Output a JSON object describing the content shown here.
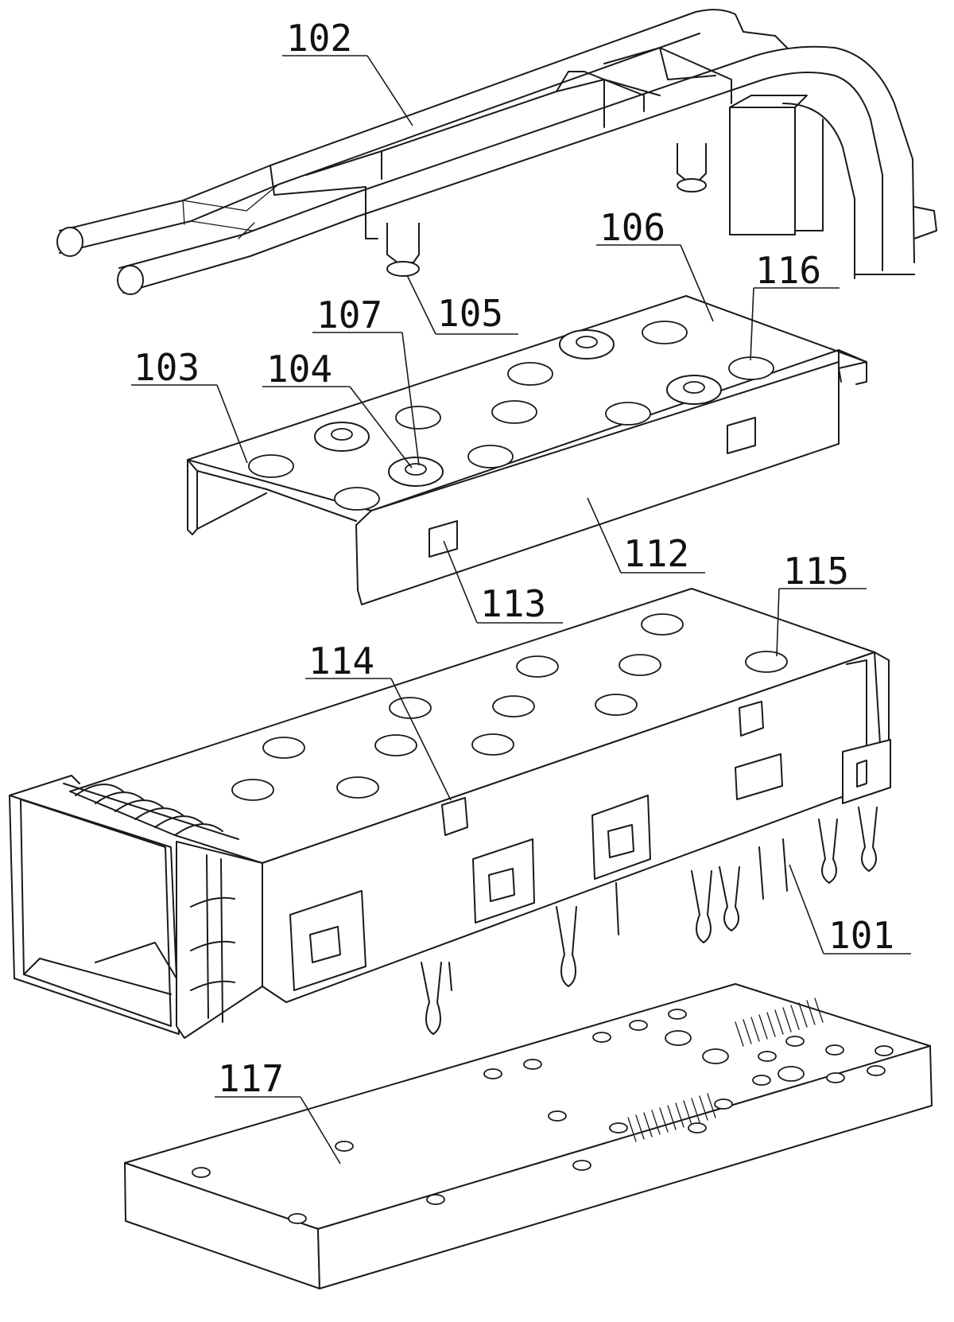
{
  "labels": {
    "n101": "101",
    "n102": "102",
    "n103": "103",
    "n104": "104",
    "n105": "105",
    "n106": "106",
    "n107": "107",
    "n112": "112",
    "n113": "113",
    "n114": "114",
    "n115": "115",
    "n116": "116",
    "n117": "117"
  },
  "colors": {
    "line": "#1a1a1a",
    "background": "#ffffff"
  }
}
